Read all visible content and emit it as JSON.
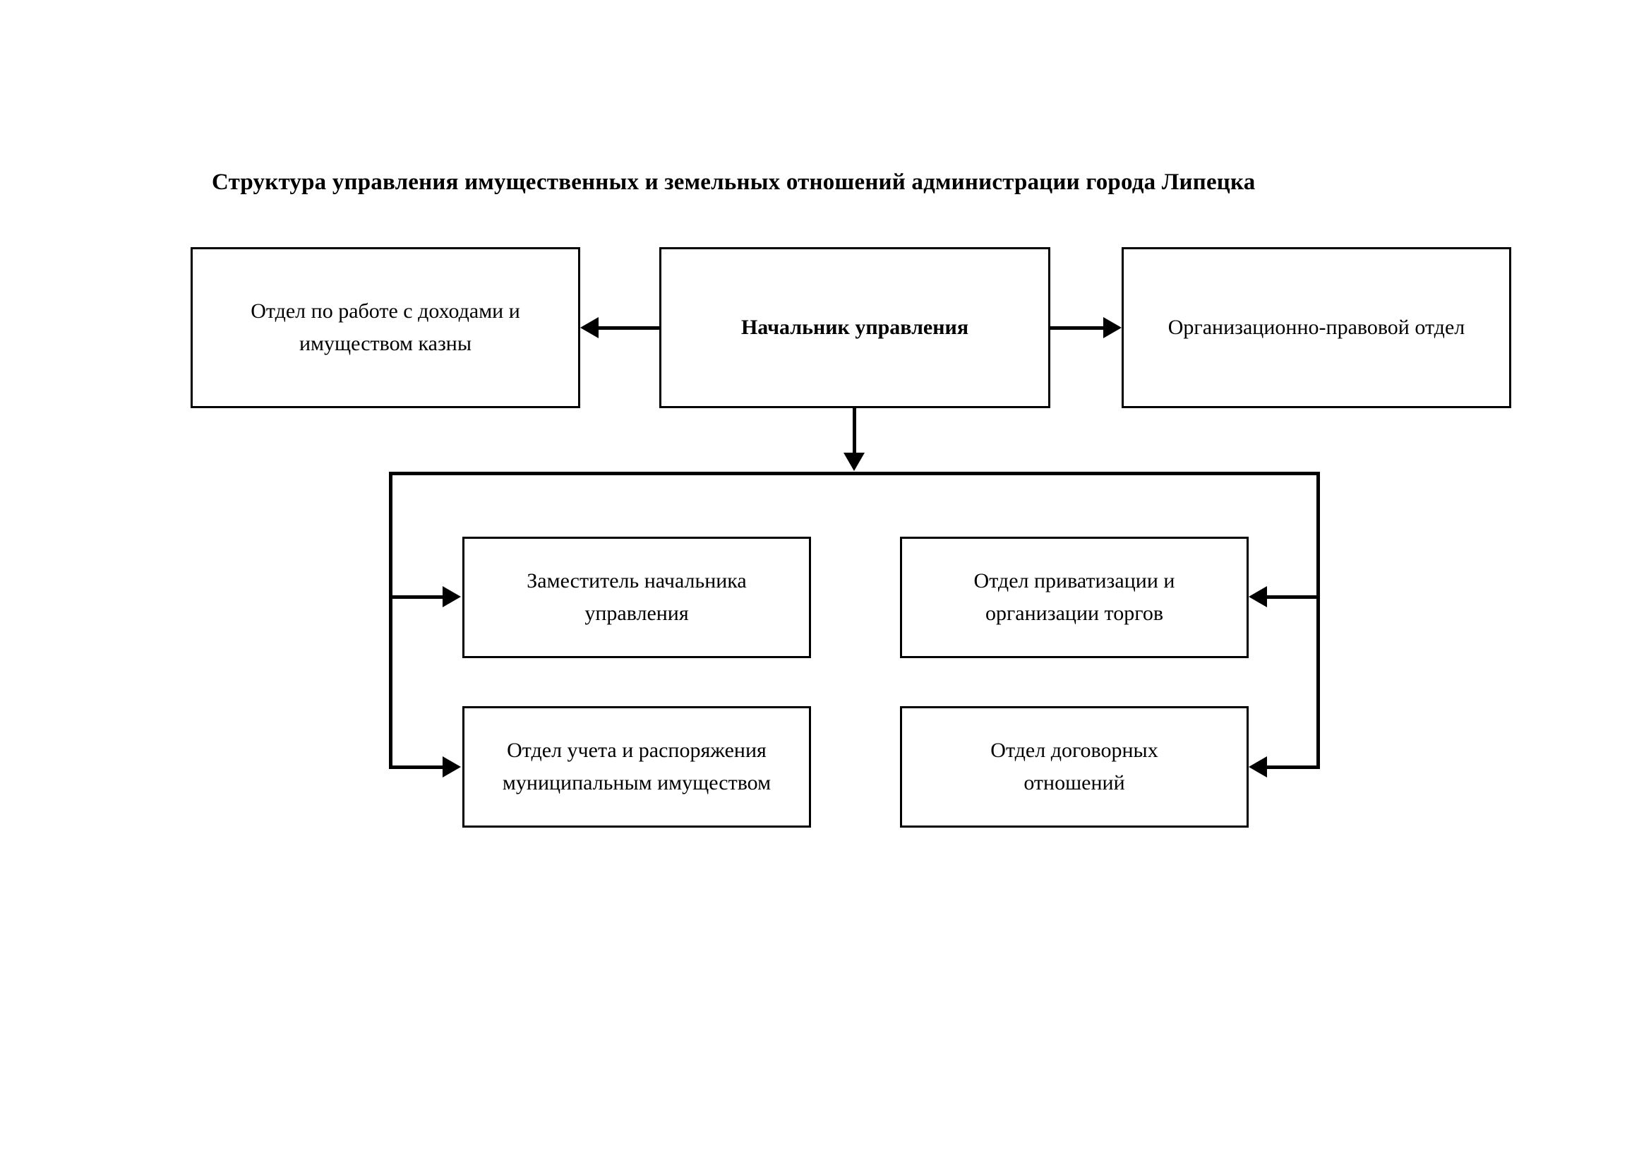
{
  "document": {
    "title": "Структура управления имущественных и земельных отношений администрации города Липецка"
  },
  "chart_data": {
    "type": "diagram",
    "diagram_kind": "organizational-chart",
    "title": "Структура управления имущественных и земельных отношений администрации города Липецка",
    "background_color": "#ffffff",
    "line_color": "#000000",
    "text_color": "#000000",
    "nodes": [
      {
        "id": "chief",
        "label": "Начальник управления",
        "row": 1,
        "bold": true
      },
      {
        "id": "income",
        "label": "Отдел по работе с доходами и имуществом казны",
        "row": 1,
        "bold": false
      },
      {
        "id": "legal",
        "label": "Организационно-правовой отдел",
        "row": 1,
        "bold": false
      },
      {
        "id": "deputy",
        "label": "Заместитель начальника управления",
        "row": 2,
        "bold": false
      },
      {
        "id": "privatization",
        "label": "Отдел приватизации и организации торгов",
        "row": 2,
        "bold": false
      },
      {
        "id": "accounting",
        "label": "Отдел учета и распоряжения муниципальным имуществом",
        "row": 3,
        "bold": false
      },
      {
        "id": "contracts",
        "label": "Отдел договорных отношений",
        "row": 3,
        "bold": false
      }
    ],
    "edges": [
      {
        "from": "chief",
        "to": "income",
        "direction": "left"
      },
      {
        "from": "chief",
        "to": "legal",
        "direction": "right"
      },
      {
        "from": "chief",
        "to": "bracket",
        "direction": "down"
      },
      {
        "from": "bracket",
        "to": "deputy",
        "direction": "right"
      },
      {
        "from": "bracket",
        "to": "accounting",
        "direction": "right"
      },
      {
        "from": "bracket",
        "to": "privatization",
        "direction": "left"
      },
      {
        "from": "bracket",
        "to": "contracts",
        "direction": "left"
      }
    ]
  },
  "nodes": {
    "income": {
      "line1": "Отдел по работе с доходами и",
      "line2": "имуществом казны",
      "full": "Отдел по работе с доходами и имуществом казны"
    },
    "chief": {
      "full": "Начальник управления"
    },
    "legal": {
      "full": "Организационно-правовой отдел"
    },
    "deputy": {
      "line1": "Заместитель начальника",
      "line2": "управления",
      "full": "Заместитель начальника управления"
    },
    "privatization": {
      "line1": "Отдел приватизации и",
      "line2": "организации торгов",
      "full": "Отдел приватизации и организации торгов"
    },
    "accounting": {
      "line1": "Отдел учета и распоряжения",
      "line2": "муниципальным имуществом",
      "full": "Отдел учета и распоряжения муниципальным имуществом"
    },
    "contracts": {
      "line1": "Отдел договорных",
      "line2": "отношений",
      "full": "Отдел договорных отношений"
    }
  }
}
